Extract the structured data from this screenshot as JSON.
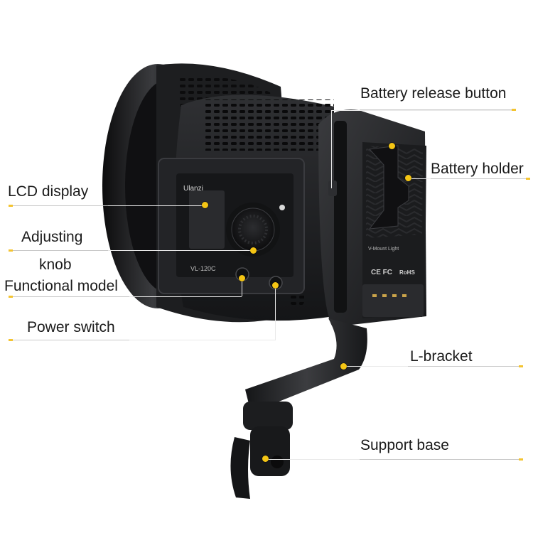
{
  "callouts": {
    "battery_release_button": "Battery release button",
    "battery_holder": "Battery holder",
    "lcd_display": "LCD display",
    "adjusting_knob_line1": "Adjusting",
    "adjusting_knob_line2": "knob",
    "functional_model": "Functional model",
    "power_switch": "Power switch",
    "l_bracket": "L-bracket",
    "support_base": "Support base"
  },
  "device_print": {
    "brand": "Ulanzi",
    "model": "VL-120C",
    "plate_title": "V-Mount Light",
    "ce_fcc": "CE FC",
    "rohs": "RoHS"
  },
  "colors": {
    "accent_dot": "#f4c514",
    "rule_accent": "#f4c430",
    "rule": "#c8c8c8",
    "label_text": "#1a1a1a",
    "body_dark": "#1b1c1e"
  }
}
